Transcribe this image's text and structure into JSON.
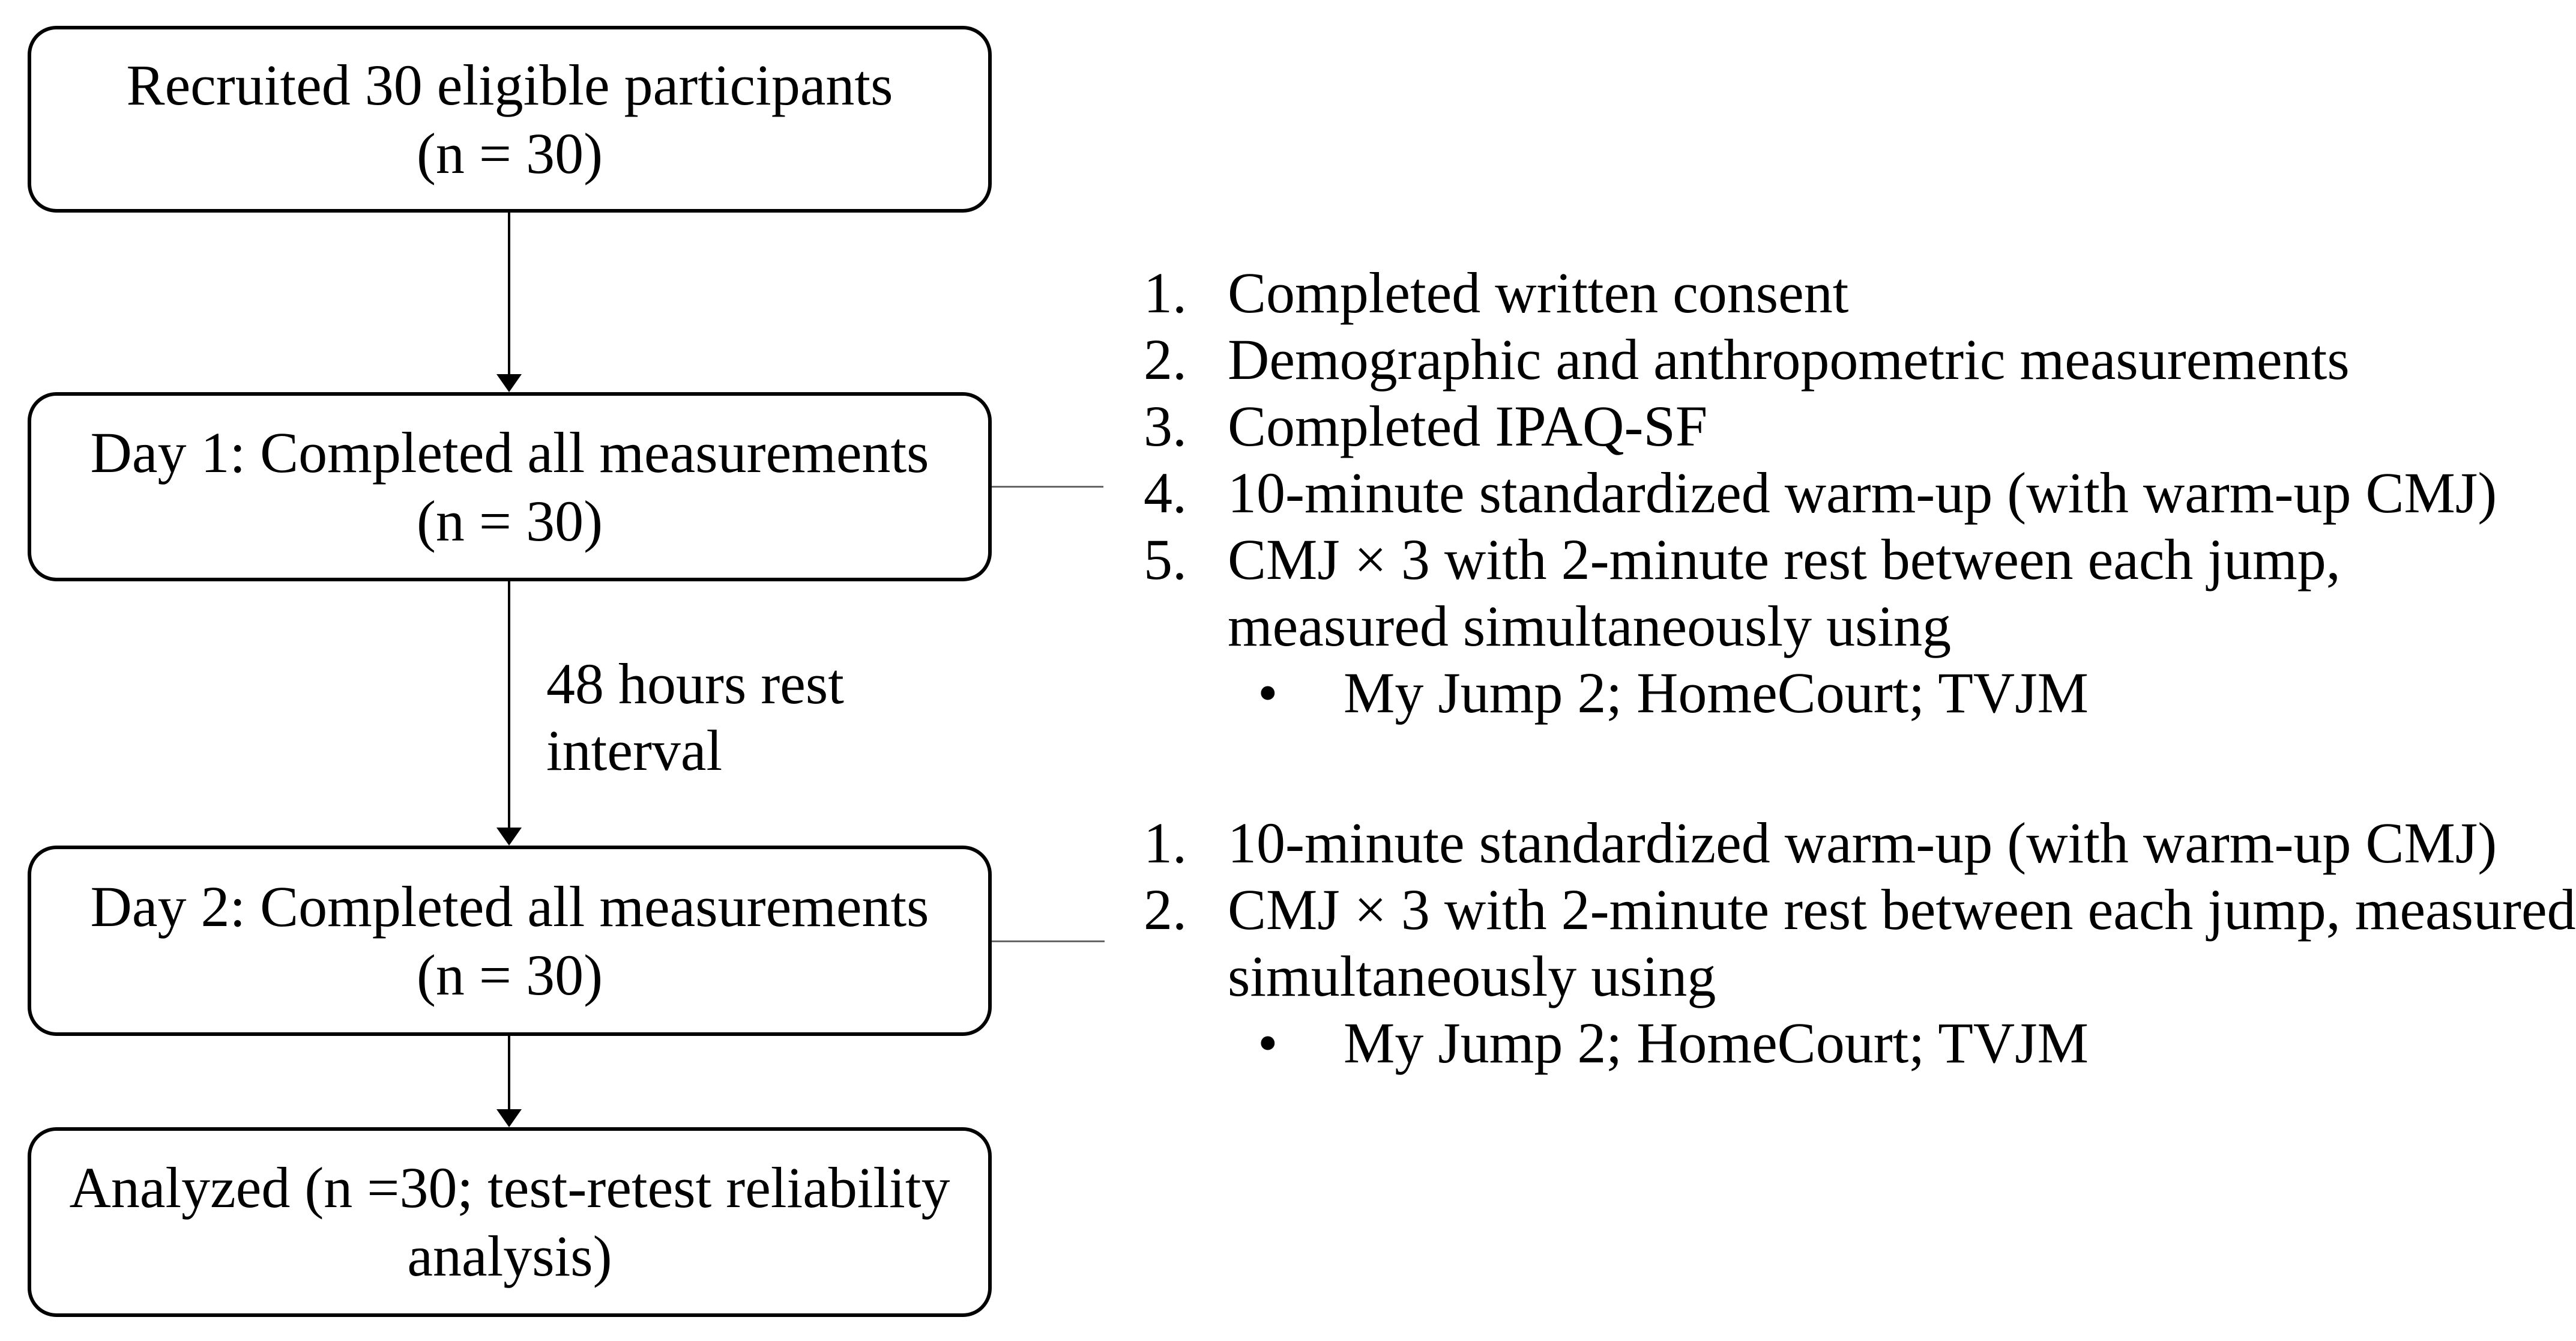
{
  "diagram": {
    "boxes": [
      {
        "id": "recruited",
        "lines": [
          "Recruited 30 eligible participants",
          "(n = 30)"
        ]
      },
      {
        "id": "day1",
        "lines": [
          "Day 1: Completed all measurements",
          "(n = 30)"
        ]
      },
      {
        "id": "day2",
        "lines": [
          "Day 2: Completed all measurements",
          "(n = 30)"
        ]
      },
      {
        "id": "analyzed",
        "lines": [
          "Analyzed (n =30; test-retest reliability",
          "analysis)"
        ]
      }
    ],
    "arrow_label": {
      "lines": [
        "48 hours rest",
        "interval"
      ]
    },
    "day1_list": {
      "items": [
        {
          "num": "1.",
          "lines": [
            "Completed written consent"
          ]
        },
        {
          "num": "2.",
          "lines": [
            "Demographic and anthropometric measurements"
          ]
        },
        {
          "num": "3.",
          "lines": [
            "Completed IPAQ-SF"
          ]
        },
        {
          "num": "4.",
          "lines": [
            "10-minute standardized warm-up (with warm-up CMJ)"
          ]
        },
        {
          "num": "5.",
          "lines": [
            "CMJ × 3 with 2-minute rest between each jump,",
            "measured simultaneously using"
          ]
        }
      ],
      "bullet": {
        "marker": "•",
        "text": "My Jump 2; HomeCourt; TVJM"
      }
    },
    "day2_list": {
      "items": [
        {
          "num": "1.",
          "lines": [
            "10-minute standardized warm-up (with warm-up CMJ)"
          ]
        },
        {
          "num": "2.",
          "lines": [
            "CMJ × 3 with 2-minute rest between each jump, measured",
            "simultaneously using"
          ]
        }
      ],
      "bullet": {
        "marker": "•",
        "text": "My Jump 2; HomeCourt; TVJM"
      }
    },
    "colors": {
      "background": "#ffffff",
      "line": "#000000",
      "connector": "#666666",
      "text": "#000000"
    }
  }
}
